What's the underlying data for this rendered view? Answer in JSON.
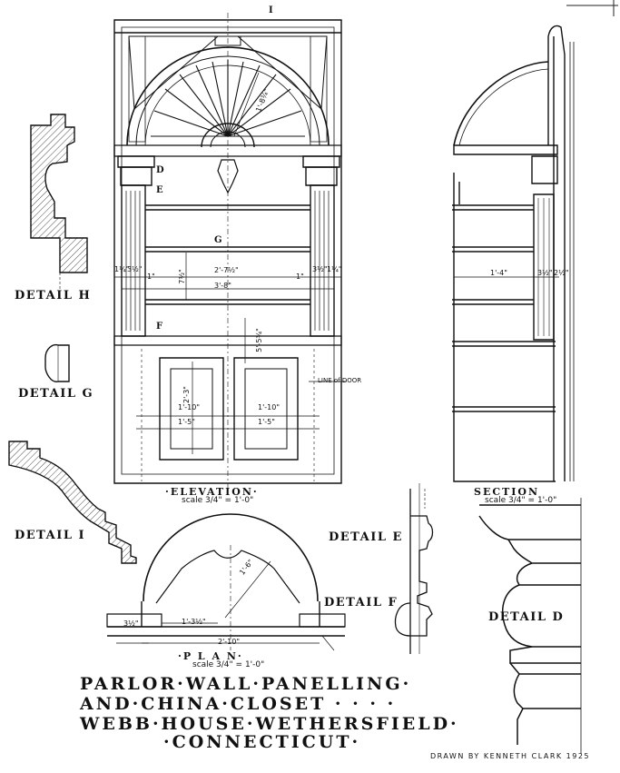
{
  "details": {
    "h": "DETAIL H",
    "g": "DETAIL G",
    "i": "DETAIL I",
    "e": "DETAIL E",
    "f": "DETAIL F",
    "d": "DETAIL D"
  },
  "views": {
    "elevation_title": "·ELEVATION·",
    "elevation_scale": "scale 3/4\" = 1'-0\"",
    "section_title": "SECTION",
    "section_scale": "scale 3/4\" = 1'-0\"",
    "plan_title": "·P L A N·",
    "plan_scale": "scale 3/4\" = 1'-0\""
  },
  "markers": {
    "i": "I",
    "d": "D",
    "e": "E",
    "f": "F",
    "g": "G"
  },
  "dimensions": {
    "shelf_inner": "2'-7½\"",
    "shelf_total": "3'-8\"",
    "shelf_height": "7½\"",
    "left_edge": "1¼\"",
    "left_pilaster": "3½\"",
    "left_gap": "1\"",
    "right_gap": "1\"",
    "right_pilaster": "3½\"",
    "right_edge": "1¼\"",
    "door_height": "2'-3\"",
    "cabinet_height": "5'-5¾\"",
    "door_width_1": "1'-10\"",
    "door_width_2": "1'-10\"",
    "door_clear_1": "1'-5\"",
    "door_clear_2": "1'-5\"",
    "fan_radius": "1'-8¾\"",
    "section_depth": "1'-4\"",
    "section_a": "3½\"",
    "section_b": "2½\"",
    "plan_radius": "1'-6\"",
    "plan_a": "3½\"",
    "plan_b": "1'-3½\"",
    "plan_total": "2'-10\"",
    "line_of_door": "LINE of DOOR"
  },
  "title": {
    "line1": "PARLOR·WALL·PANELLING·",
    "line2": "AND·CHINA·CLOSET · · · ·",
    "line3": "WEBB·HOUSE·WETHERSFIELD·",
    "line4": "·CONNECTICUT·"
  },
  "credit": "DRAWN BY KENNETH CLARK 1925"
}
